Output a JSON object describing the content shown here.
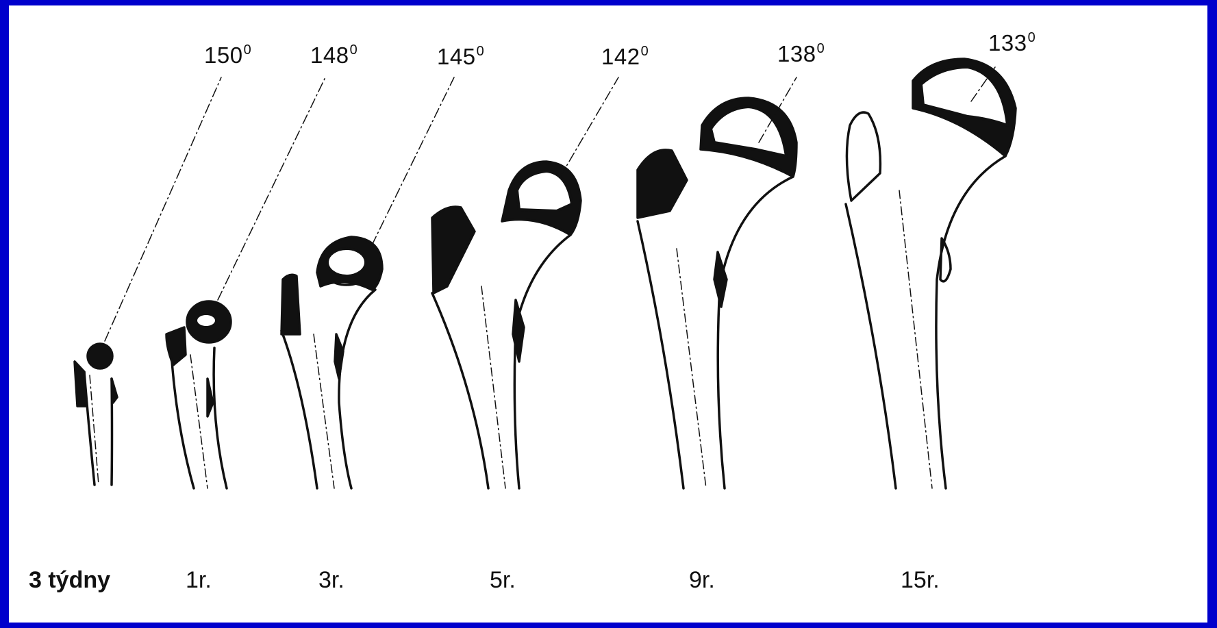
{
  "slide": {
    "frame_color": "#0000cc",
    "panel_color": "#ffffff"
  },
  "stages": [
    {
      "angle": "150",
      "angle_sup": "0",
      "age": "3 týdny"
    },
    {
      "angle": "148",
      "angle_sup": "0",
      "age": "1r."
    },
    {
      "angle": "145",
      "angle_sup": "0",
      "age": "3r."
    },
    {
      "angle": "142",
      "angle_sup": "0",
      "age": "5r."
    },
    {
      "angle": "138",
      "angle_sup": "0",
      "age": "9r."
    },
    {
      "angle": "133",
      "angle_sup": "0",
      "age": "15r."
    }
  ]
}
